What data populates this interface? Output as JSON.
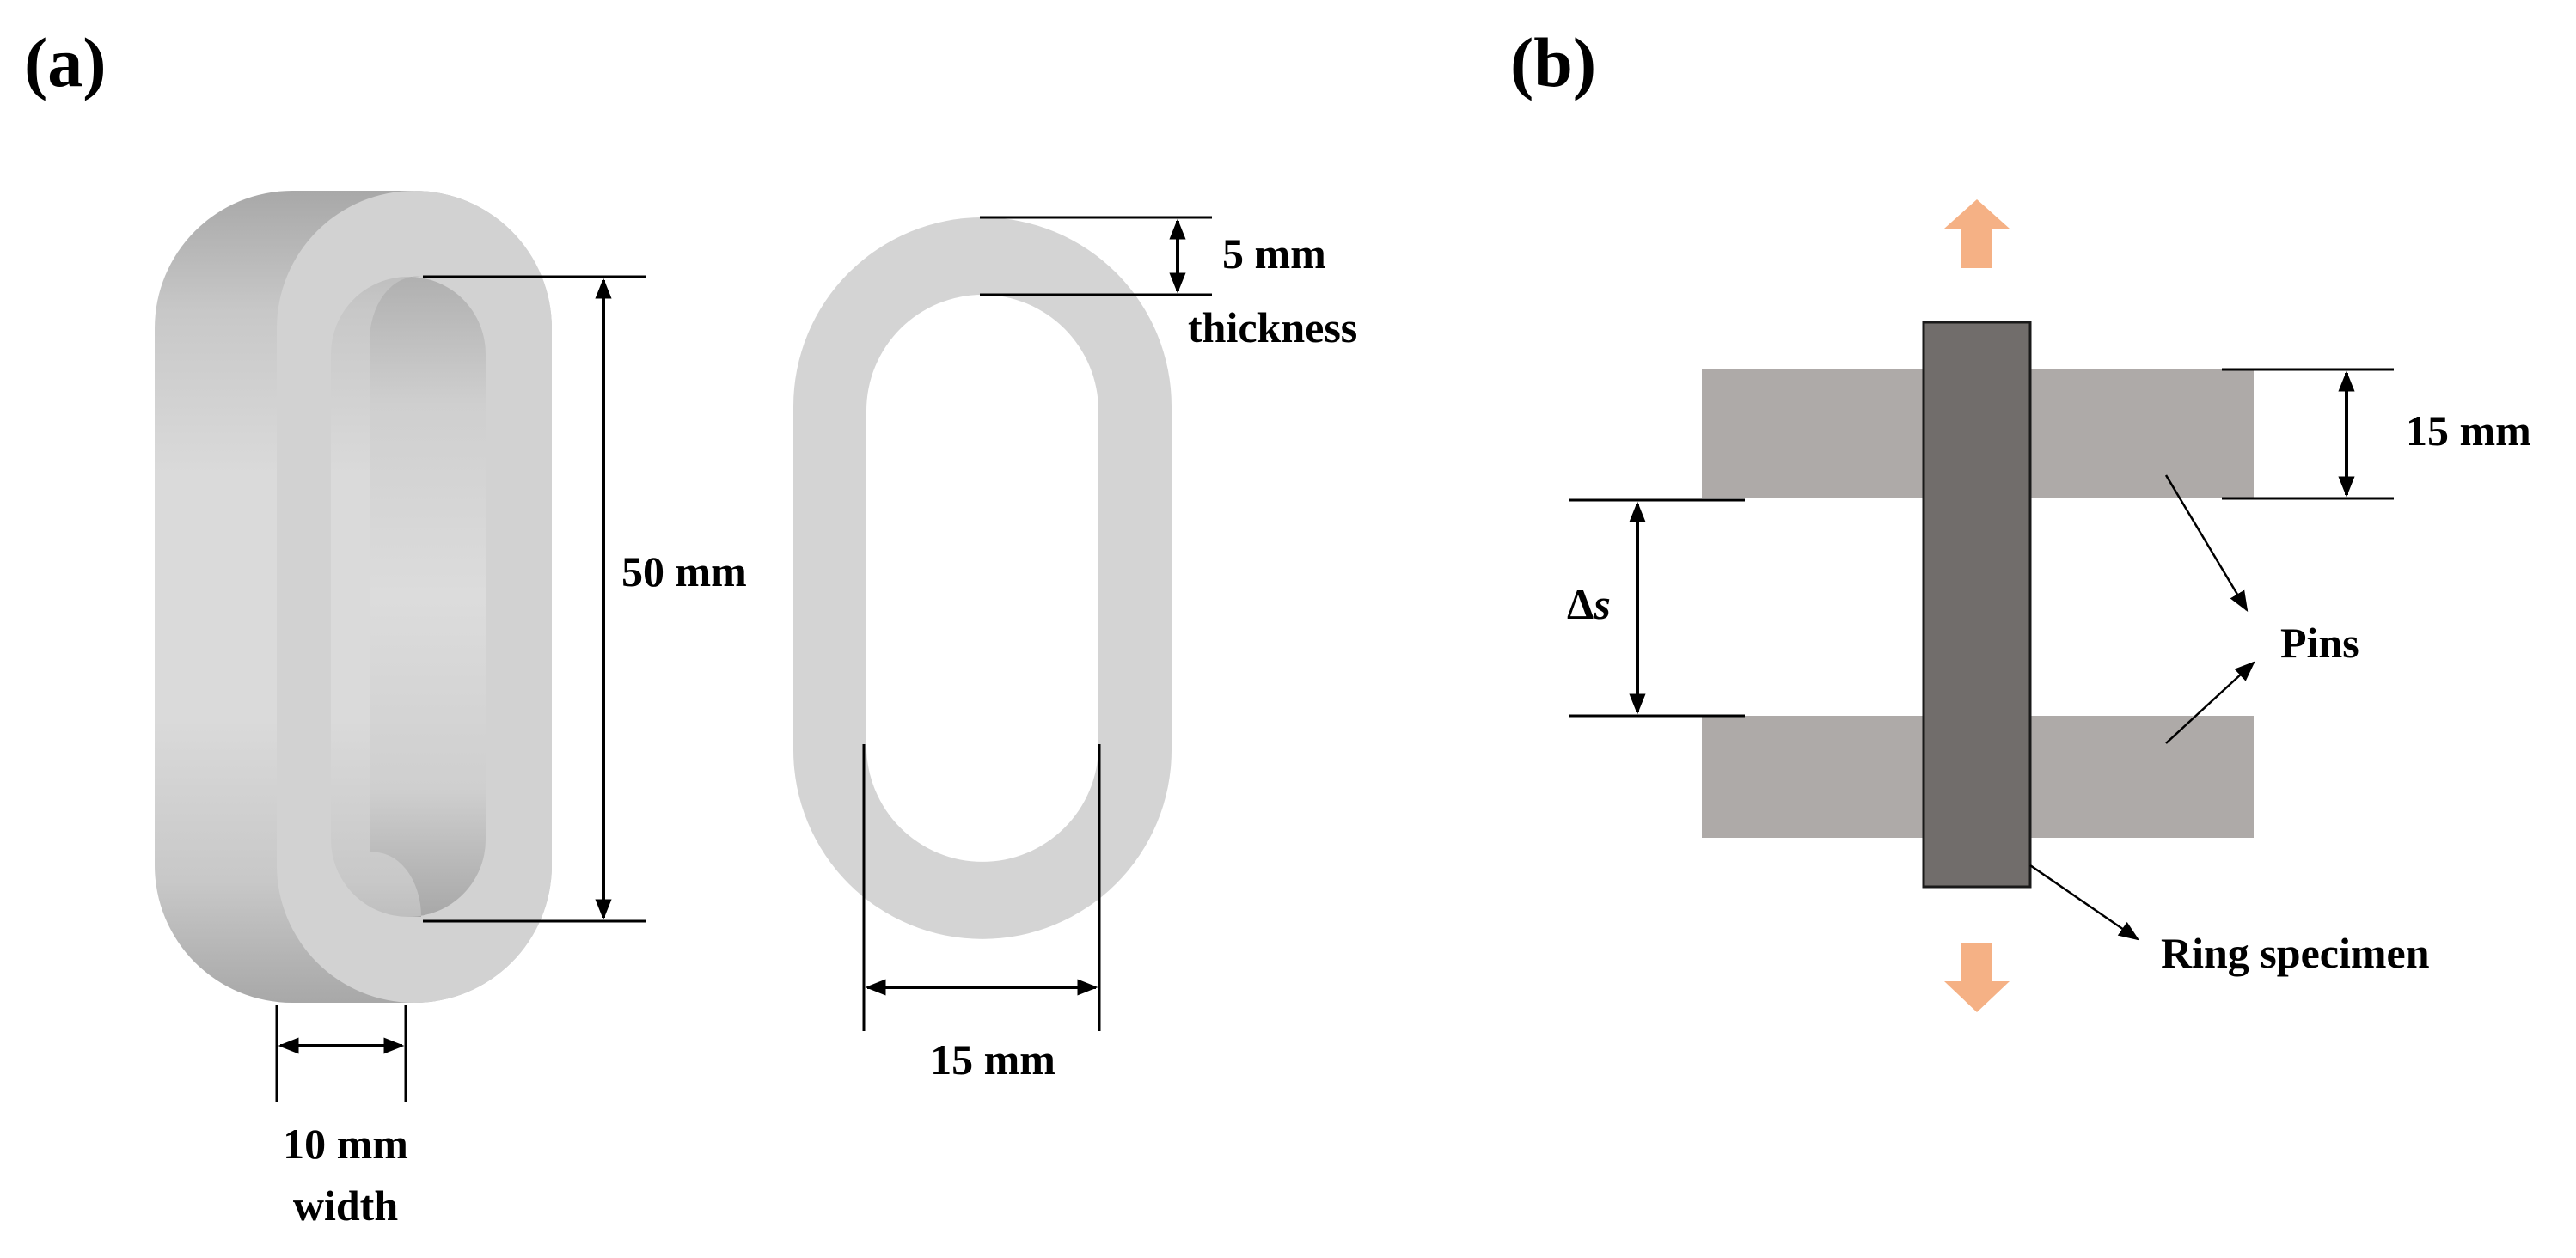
{
  "panels": {
    "a": {
      "label": "(a)",
      "height_label": "50 mm",
      "thickness_value": "5 mm",
      "thickness_word": "thickness",
      "inner_width_label": "15 mm",
      "width_value": "10 mm",
      "width_word": "width"
    },
    "b": {
      "label": "(b)",
      "pin_width_label": "15 mm",
      "gap_delta": "Δ",
      "gap_var": "s",
      "pins_label": "Pins",
      "specimen_label": "Ring specimen"
    }
  },
  "colors": {
    "ring_face": "#d4d4d4",
    "ring_side_light": "#d8d8d8",
    "ring_side_dark": "#a4a4a4",
    "ring_inner_wall": "#c6c6c6",
    "pin": "#aeaaa8",
    "specimen": "#716d6b",
    "load_arrow": "#f5b185",
    "line": "#000000"
  }
}
